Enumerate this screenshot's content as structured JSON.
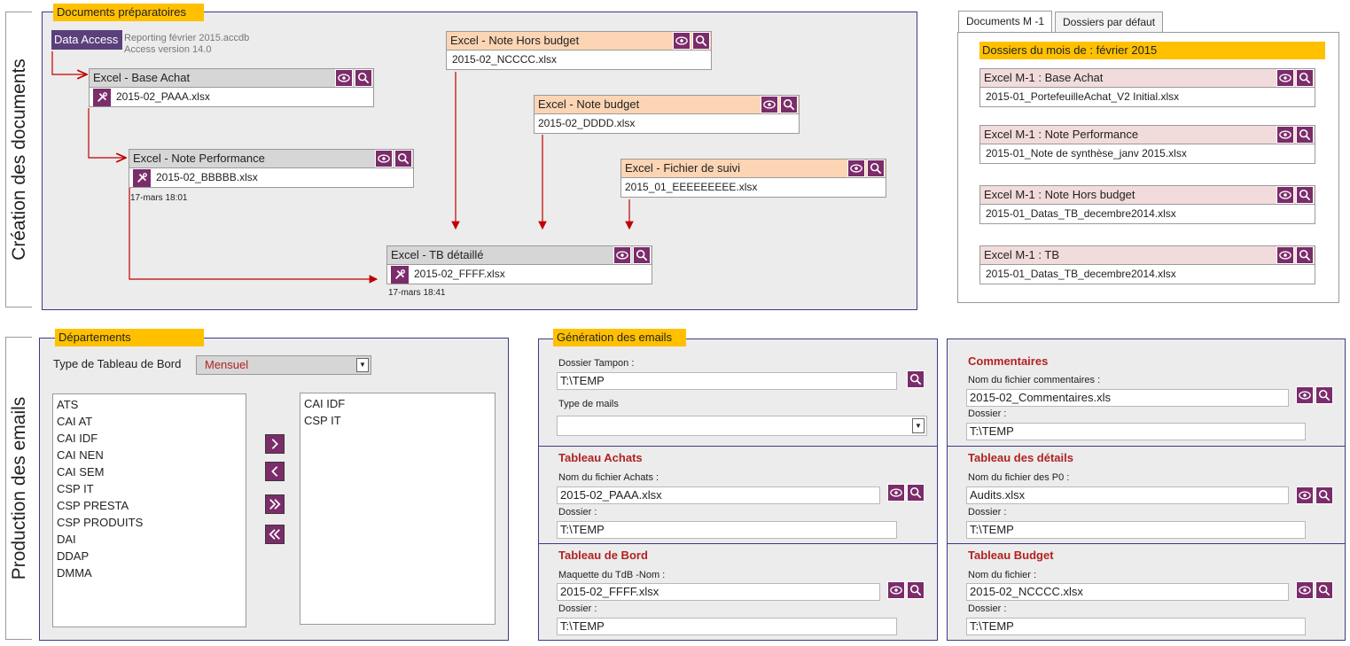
{
  "creation": {
    "side_label": "Création des documents",
    "section_title": "Documents préparatoires",
    "data_access": {
      "button": "Data Access",
      "file": "Reporting février 2015.accdb",
      "version": "Access version 14.0"
    },
    "cards": {
      "base_achat": {
        "title": "Excel - Base  Achat",
        "file": "2015-02_PAAA.xlsx"
      },
      "note_perf": {
        "title": "Excel - Note  Performance",
        "file": "2015-02_BBBBB.xlsx",
        "date": "17-mars 18:01"
      },
      "hors_budget": {
        "title": "Excel - Note  Hors budget",
        "file": "2015-02_NCCCC.xlsx"
      },
      "note_budget": {
        "title": "Excel - Note  budget",
        "file": "2015-02_DDDD.xlsx"
      },
      "suivi": {
        "title": "Excel - Fichier de suivi",
        "file": "2015_01_EEEEEEEEE.xlsx"
      },
      "tb": {
        "title": "Excel -  TB détaillé",
        "file": "2015-02_FFFF.xlsx",
        "date": "17-mars 18:41"
      }
    }
  },
  "right": {
    "tabs": [
      "Documents M -1",
      "Dossiers par défaut"
    ],
    "heading": "Dossiers du mois de : février 2015",
    "cards": [
      {
        "title": "Excel M-1 : Base  Achat",
        "file": "2015-01_PortefeuilleAchat_V2 Initial.xlsx"
      },
      {
        "title": "Excel M-1 : Note  Performance",
        "file": "2015-01_Note de synthèse_janv 2015.xlsx"
      },
      {
        "title": "Excel M-1 : Note  Hors budget",
        "file": "2015-01_Datas_TB_decembre2014.xlsx"
      },
      {
        "title": "Excel M-1 :  TB",
        "file": "2015-01_Datas_TB_decembre2014.xlsx"
      }
    ]
  },
  "production": {
    "side_label": "Production des emails",
    "departements": {
      "title": "Départements",
      "type_label": "Type de Tableau de Bord",
      "type_value": "Mensuel",
      "available": [
        "ATS",
        "CAI AT",
        "CAI IDF",
        "CAI NEN",
        "CAI SEM",
        "CSP IT",
        "CSP PRESTA",
        "CSP PRODUITS",
        "DAI",
        "DDAP",
        "DMMA"
      ],
      "selected": [
        "CAI IDF",
        "CSP IT"
      ]
    },
    "emails": {
      "title": "Génération des emails",
      "dossier_tampon_label": "Dossier Tampon :",
      "dossier_tampon_value": "T:\\TEMP",
      "type_mails_label": "Type de mails",
      "type_mails_value": "",
      "achats": {
        "title": "Tableau  Achats",
        "file_label": "Nom du fichier  Achats :",
        "file": "2015-02_PAAA.xlsx",
        "dir_label": "Dossier :",
        "dir": "T:\\TEMP"
      },
      "bord": {
        "title": "Tableau de Bord",
        "file_label": "Maquette du TdB -Nom :",
        "file": "2015-02_FFFF.xlsx",
        "dir_label": "Dossier :",
        "dir": "T:\\TEMP"
      },
      "commentaires": {
        "title": "Commentaires",
        "file_label": "Nom du fichier commentaires :",
        "file": "2015-02_Commentaires.xls",
        "dir_label": "Dossier :",
        "dir": "T:\\TEMP"
      },
      "details": {
        "title": "Tableau des détails",
        "file_label": "Nom du fichier des P0 :",
        "file": "Audits.xlsx",
        "dir_label": "Dossier :",
        "dir": "T:\\TEMP"
      },
      "budget": {
        "title": "Tableau Budget",
        "file_label": "Nom du fichier  :",
        "file": "2015-02_NCCCC.xlsx",
        "dir_label": "Dossier :",
        "dir": "T:\\TEMP"
      }
    }
  },
  "colors": {
    "accent": "#7b2c6a",
    "section": "#ffc000",
    "arrow": "#c00000",
    "title_red": "#b22222"
  }
}
